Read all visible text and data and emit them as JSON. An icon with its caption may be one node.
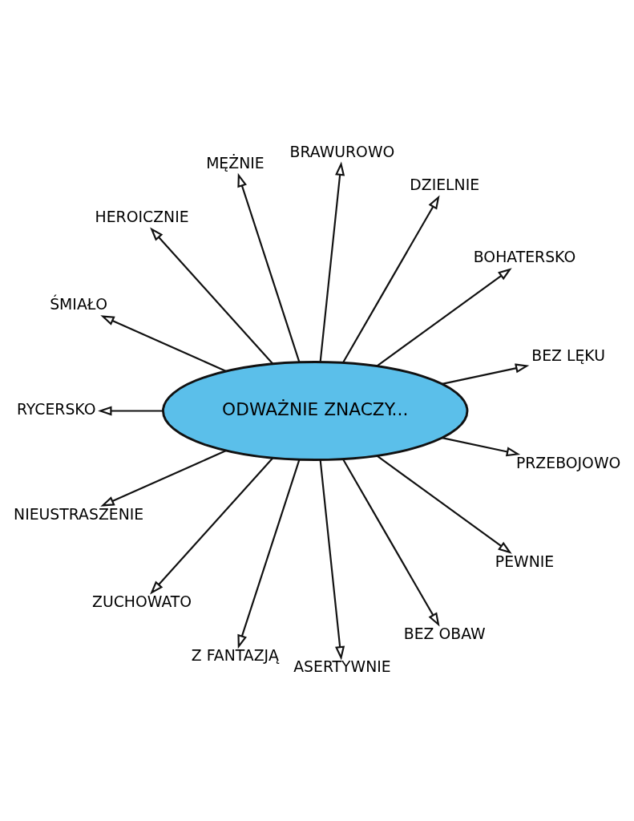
{
  "diagram": {
    "nodes": [
      {
        "text": [
          "ODWAŻNIE ZNACZY..."
        ]
      },
      {
        "text": [
          "BRAWUROWO"
        ]
      },
      {
        "text": [
          "MĘŻNIE"
        ]
      },
      {
        "text": [
          "ŚMIAŁO"
        ]
      },
      {
        "text": [
          "DZIELNIE"
        ]
      },
      {
        "text": [
          "HEROICZNIE"
        ]
      },
      {
        "text": [
          "BOHATERSKO"
        ]
      },
      {
        "text": [
          "RYCERSKO"
        ]
      },
      {
        "text": [
          "BEZ LĘKU"
        ]
      },
      {
        "text": [
          "PRZEBOJOWO"
        ]
      },
      {
        "text": [
          "NIEUSTRASZENIE"
        ]
      },
      {
        "text": [
          "ASERTYWNIE"
        ]
      },
      {
        "text": [
          "ZUCHOWATO"
        ]
      },
      {
        "text": [
          "PEWNIE"
        ]
      },
      {
        "text": [
          "Z FANTAZJĄ"
        ]
      },
      {
        "text": [
          "BEZ OBAW"
        ]
      }
    ],
    "edges": [
      {
        "from": 0,
        "to": 3,
        "arrow": "to"
      },
      {
        "from": 0,
        "to": 5,
        "arrow": "to"
      },
      {
        "from": 0,
        "to": 2,
        "arrow": "to"
      },
      {
        "from": 0,
        "to": 1,
        "arrow": "to"
      },
      {
        "from": 0,
        "to": 4,
        "arrow": "to"
      },
      {
        "from": 0,
        "to": 6,
        "arrow": "to"
      },
      {
        "from": 0,
        "to": 8,
        "arrow": "to"
      },
      {
        "from": 0,
        "to": 9,
        "arrow": "to"
      },
      {
        "from": 0,
        "to": 13,
        "arrow": "to"
      },
      {
        "from": 0,
        "to": 15,
        "arrow": "to"
      },
      {
        "from": 0,
        "to": 11,
        "arrow": "to"
      },
      {
        "from": 0,
        "to": 14,
        "arrow": "to"
      },
      {
        "from": 0,
        "to": 10,
        "arrow": "to"
      },
      {
        "from": 0,
        "to": 12,
        "arrow": "to"
      },
      {
        "from": 0,
        "to": 7,
        "arrow": "to"
      }
    ]
  }
}
